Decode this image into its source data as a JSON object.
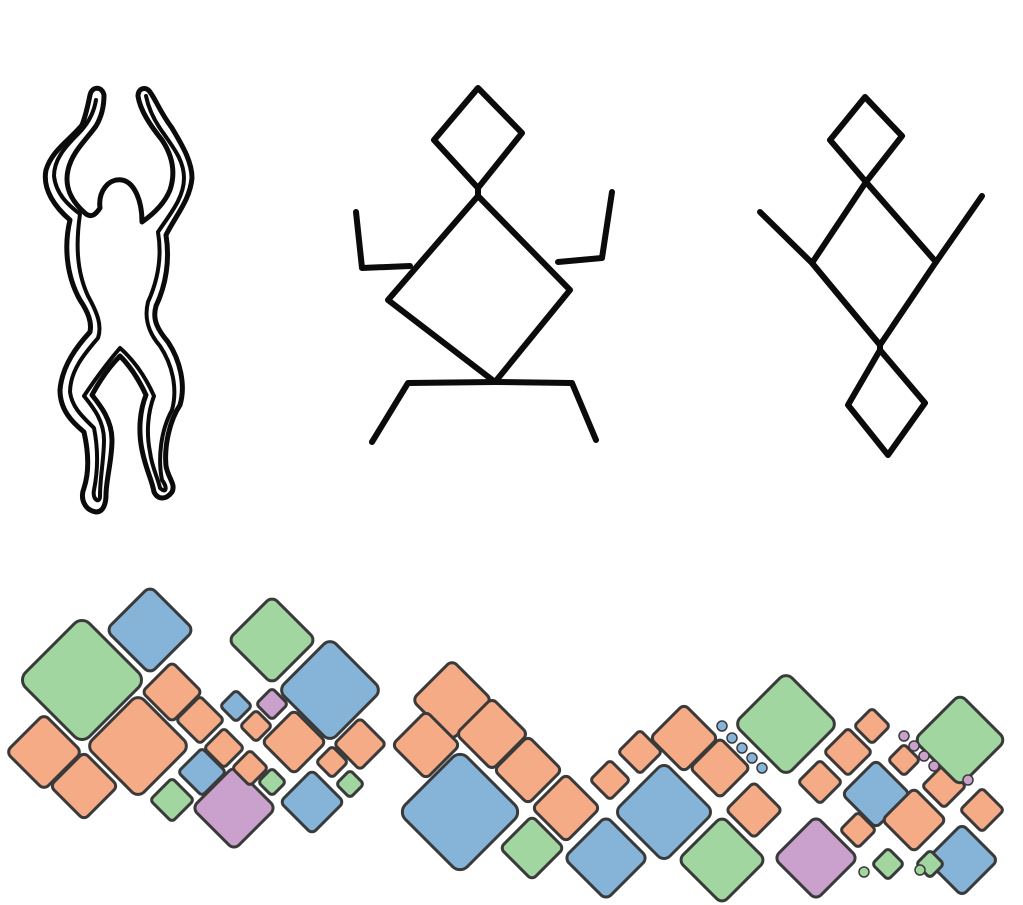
{
  "colors": {
    "ink": "#0b0b0b",
    "tile_stroke": "#3a3a3a",
    "green": "#a1d6a0",
    "blue": "#86b4d9",
    "orange": "#f5ab86",
    "purple": "#c9a1cc"
  },
  "figures": [
    {
      "name": "frog-figure-naturalistic"
    },
    {
      "name": "frog-figure-square-body"
    },
    {
      "name": "frog-figure-diamond-stacked"
    }
  ],
  "tiling": {
    "palette_order": [
      "green",
      "blue",
      "orange",
      "purple"
    ]
  }
}
